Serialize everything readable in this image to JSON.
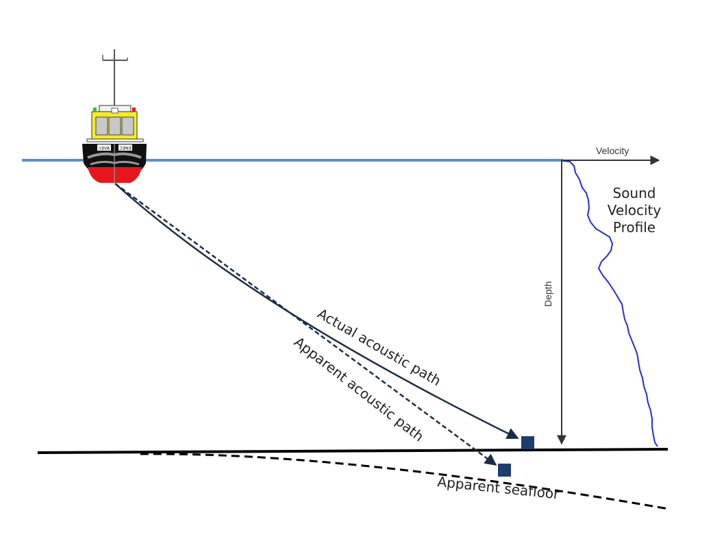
{
  "labels": {
    "velocity_axis": "Velocity",
    "depth_axis": "Depth",
    "svp_line1": "Sound",
    "svp_line2": "Velocity",
    "svp_line3": "Profile",
    "actual_path": "Actual acoustic path",
    "apparent_path": "Apparent acoustic path",
    "apparent_seafloor": "Apparent seafloor"
  },
  "colors": {
    "sea_surface": "#5b8fd0",
    "profile_curve": "#1f2ed8",
    "actual_path": "#1b2c46",
    "target_marker": "#1f3c6e",
    "hull_top": "#111111",
    "hull_bottom": "#e8161c",
    "cabin": "#f4ea2a"
  }
}
